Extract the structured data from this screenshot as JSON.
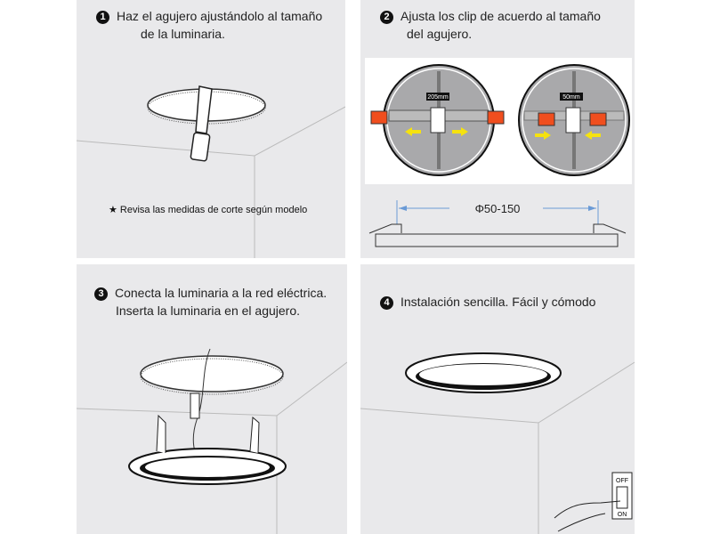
{
  "steps": [
    {
      "number": "1",
      "line1": "Haz el agujero ajustándolo al tamaño",
      "line2": "de la luminaria."
    },
    {
      "number": "2",
      "line1": "Ajusta los clip de acuerdo al tamaño",
      "line2": "del agujero."
    },
    {
      "number": "3",
      "line1": "Conecta la luminaria a la red eléctrica.",
      "line2": "Inserta la luminaria en el agujero."
    },
    {
      "number": "4",
      "line1": "Instalación sencilla. Fácil y cómodo",
      "line2": ""
    }
  ],
  "note": "★  Revisa las medidas de corte según modelo",
  "dimensions": {
    "wide": "205mm",
    "narrow": "50mm",
    "diameter": "Φ50-150"
  },
  "switch": {
    "off": "OFF",
    "on": "ON"
  },
  "colors": {
    "panel": "#e9e9eb",
    "clip": "#f04e1e",
    "arrow": "#f5e20f",
    "disc": "#a9a9ab",
    "dimline": "#6a9ad6"
  }
}
